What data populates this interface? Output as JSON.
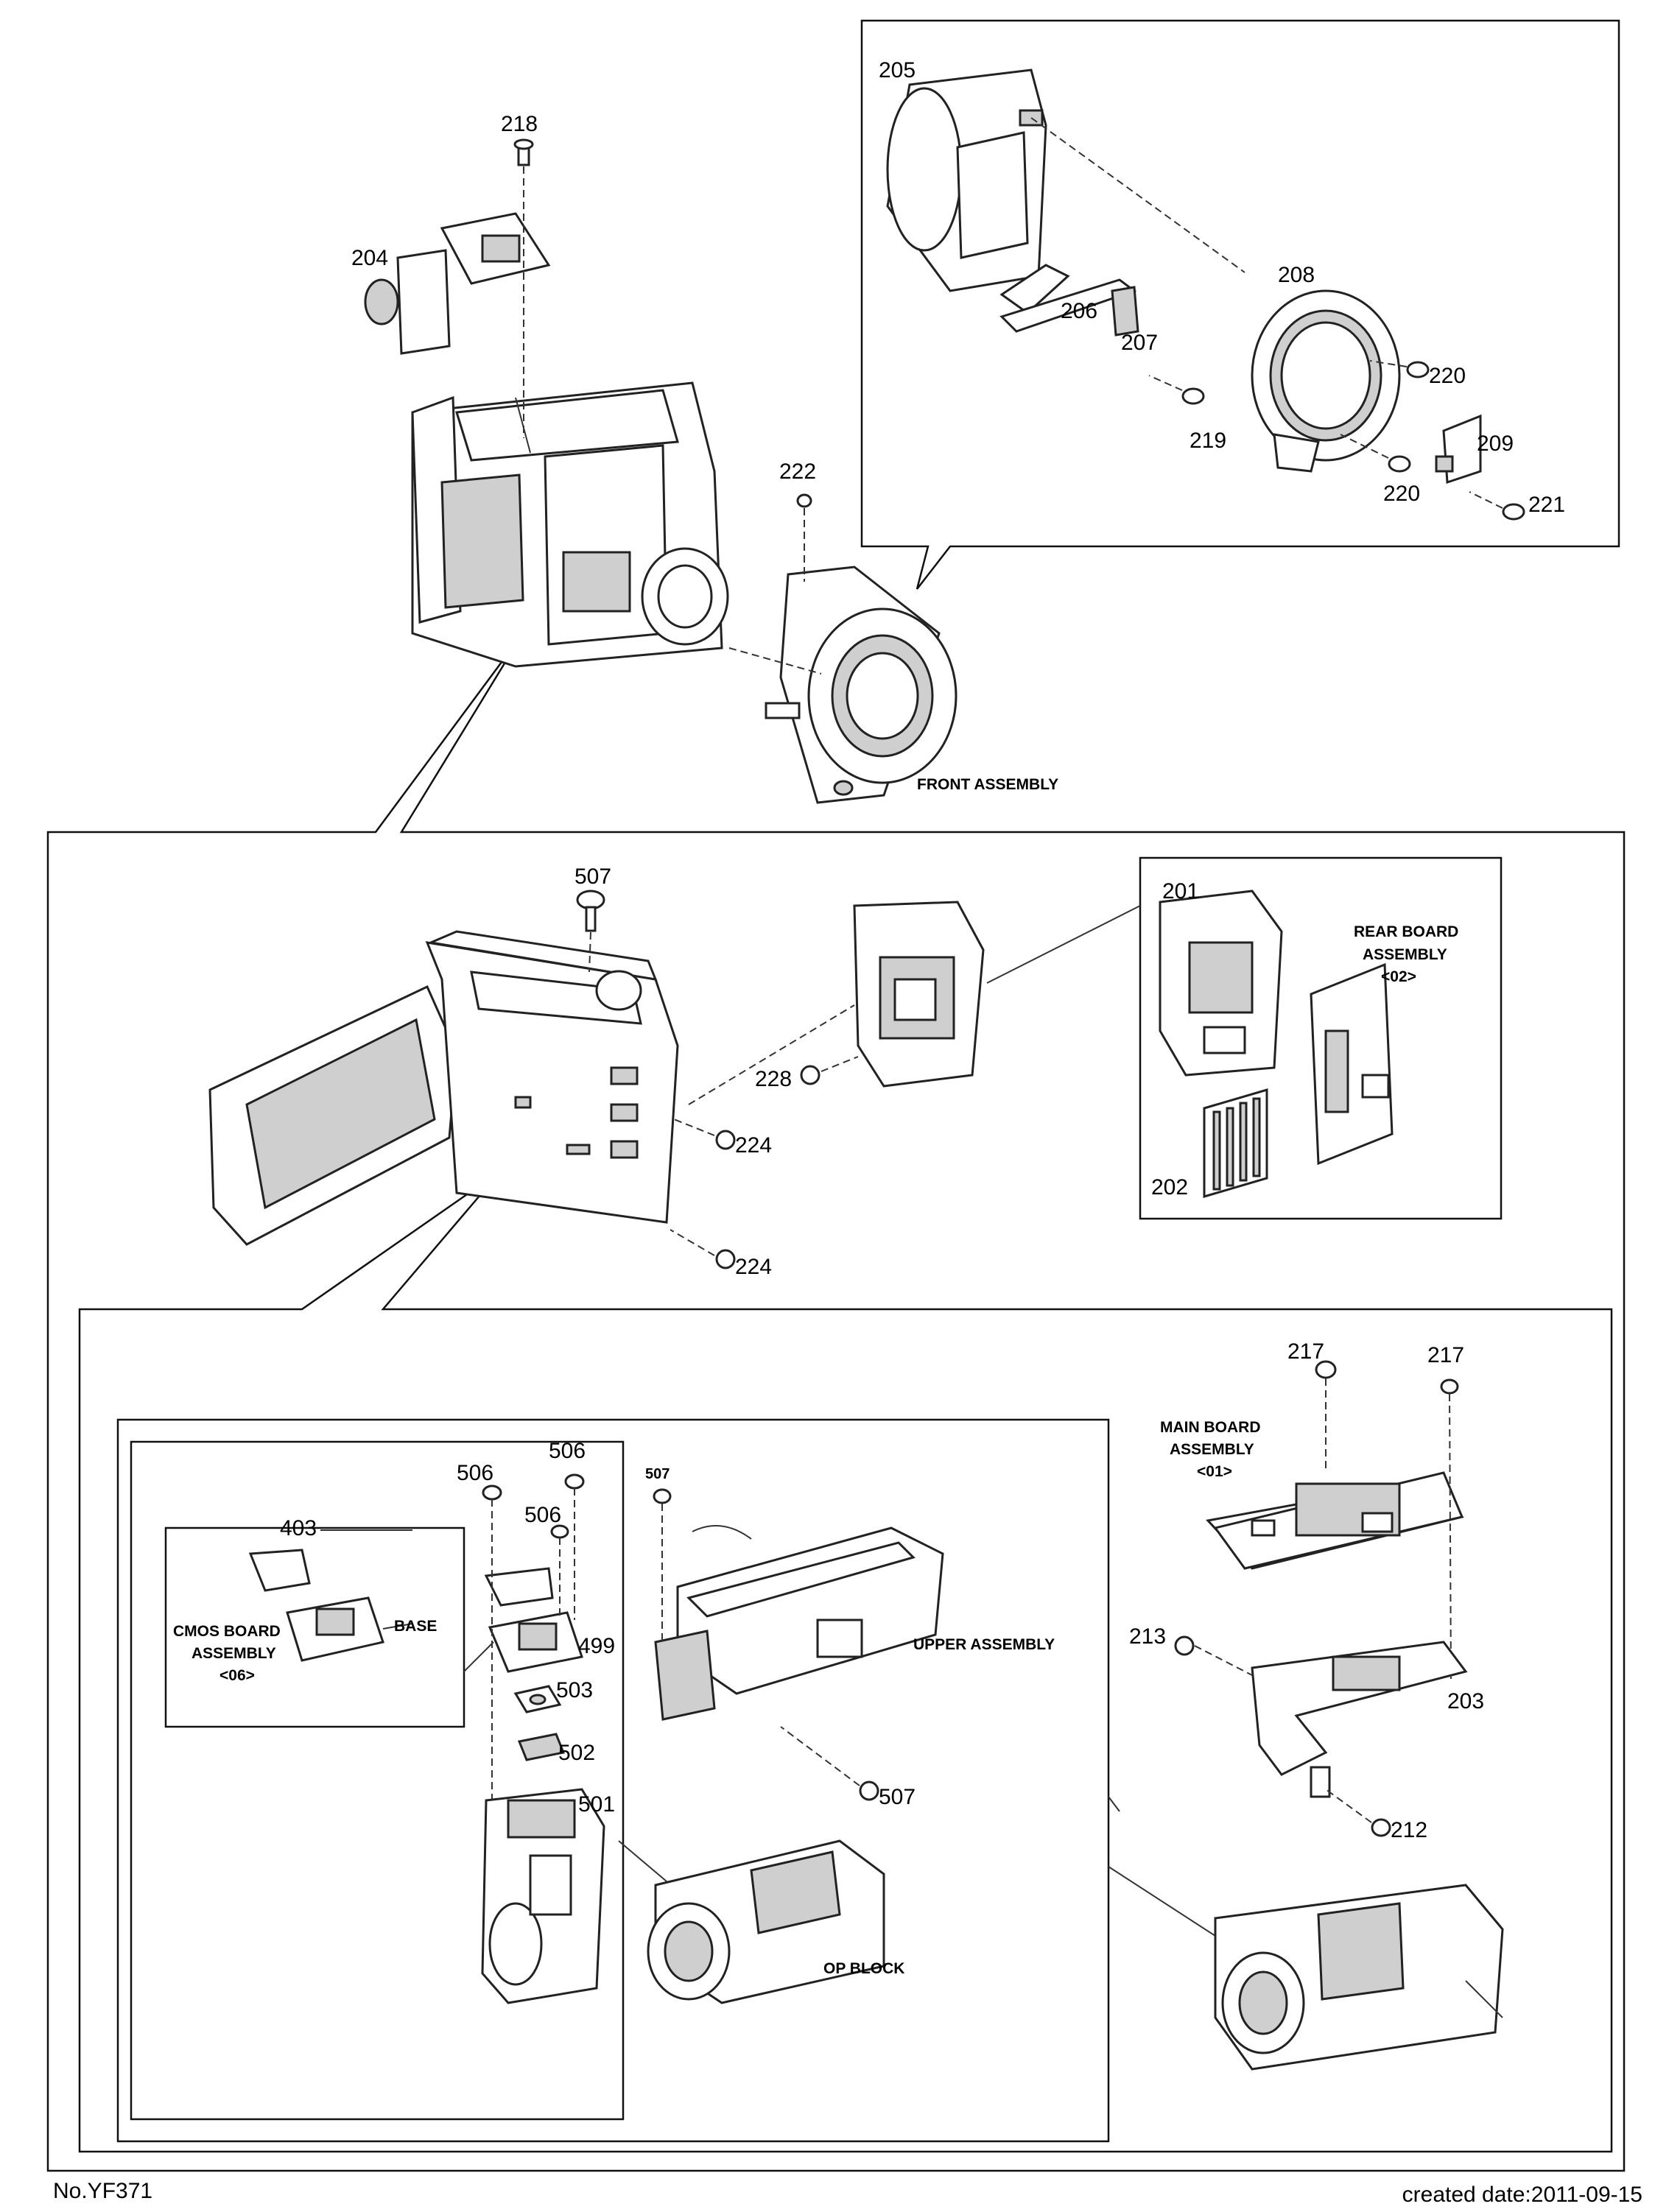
{
  "callouts": {
    "p218": "218",
    "p204": "204",
    "p222": "222",
    "p205": "205",
    "p208": "208",
    "p206": "206",
    "p207": "207",
    "p220a": "220",
    "p219": "219",
    "p209": "209",
    "p220b": "220",
    "p221": "221",
    "p507a": "507",
    "p228": "228",
    "p224a": "224",
    "p224b": "224",
    "p201": "201",
    "p202": "202",
    "p217a": "217",
    "p217b": "217",
    "p213": "213",
    "p203": "203",
    "p212": "212",
    "p506a": "506",
    "p506b": "506",
    "p506c": "506",
    "p507b": "507",
    "p403": "403",
    "p499": "499",
    "p503": "503",
    "p502": "502",
    "p501": "501",
    "p507c": "507"
  },
  "captions": {
    "front_assembly": "FRONT ASSEMBLY",
    "rear_board_1": "REAR BOARD",
    "rear_board_2": "ASSEMBLY",
    "rear_board_3": "<02>",
    "main_board_1": "MAIN BOARD",
    "main_board_2": "ASSEMBLY",
    "main_board_3": "<01>",
    "base": "BASE",
    "cmos_1": "CMOS BOARD",
    "cmos_2": "ASSEMBLY",
    "cmos_3": "<06>",
    "upper_assembly": "UPPER ASSEMBLY",
    "op_block": "OP BLOCK"
  },
  "footer": {
    "doc_number": "No.YF371",
    "created_date": "created date:2011-09-15"
  }
}
